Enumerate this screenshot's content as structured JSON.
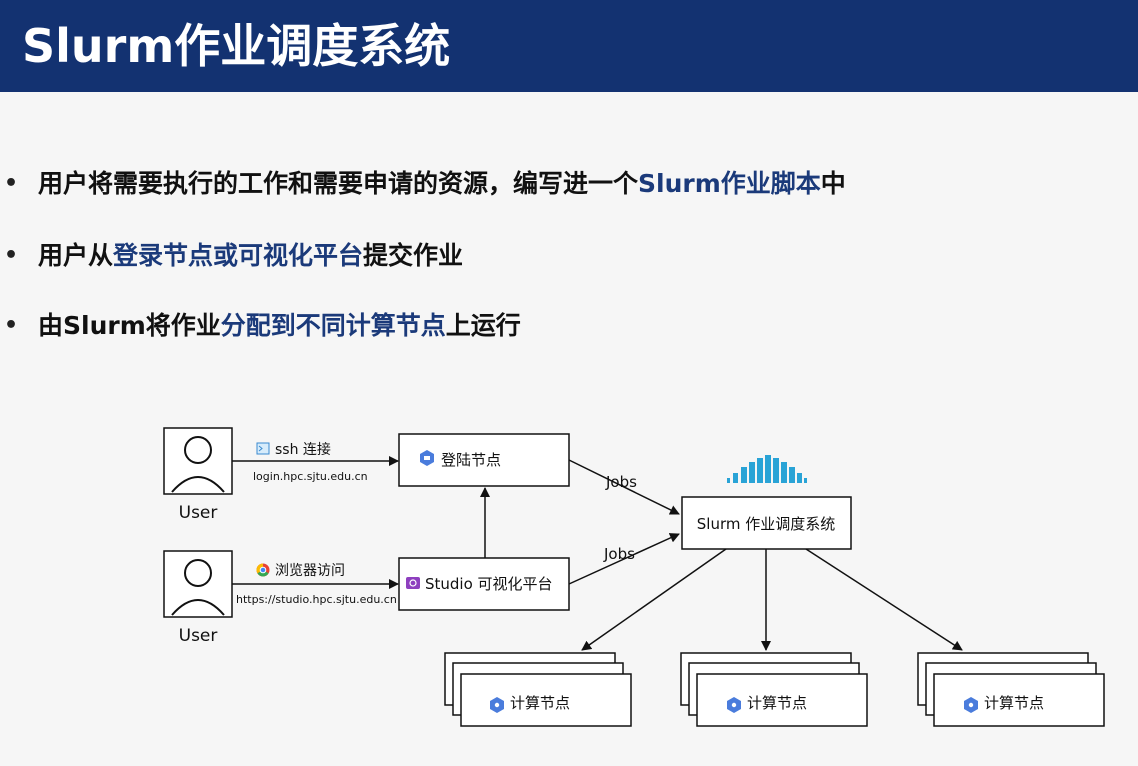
{
  "header": {
    "title": "Slurm作业调度系统"
  },
  "bullets": [
    {
      "before": "用户将需要执行的工作和需要申请的资源，编写进一个",
      "highlight": "Slurm作业脚本",
      "after": "中"
    },
    {
      "before": "用户从",
      "highlight": "登录节点或可视化平台",
      "after": "提交作业"
    },
    {
      "before": "由Slurm将作业",
      "highlight": "分配到不同计算节点",
      "after": "上运行"
    }
  ],
  "diagram": {
    "user1_label": "User",
    "user2_label": "User",
    "ssh_label": "ssh 连接",
    "ssh_host": "login.hpc.sjtu.edu.cn",
    "browser_label": "浏览器访问",
    "studio_url": "https://studio.hpc.sjtu.edu.cn",
    "login_node_label": "登陆节点",
    "studio_label": "Studio 可视化平台",
    "slurm_label": "Slurm 作业调度系统",
    "jobs_label_1": "Jobs",
    "jobs_label_2": "Jobs",
    "compute_label_1": "计算节点",
    "compute_label_2": "计算节点",
    "compute_label_3": "计算节点",
    "colors": {
      "header_bg": "#133271",
      "highlight": "#1b3a7a",
      "slurm_logo": "#29a3d6",
      "gcp_icon": "#4a7cdc",
      "studio_icon": "#8e3fbf"
    }
  }
}
